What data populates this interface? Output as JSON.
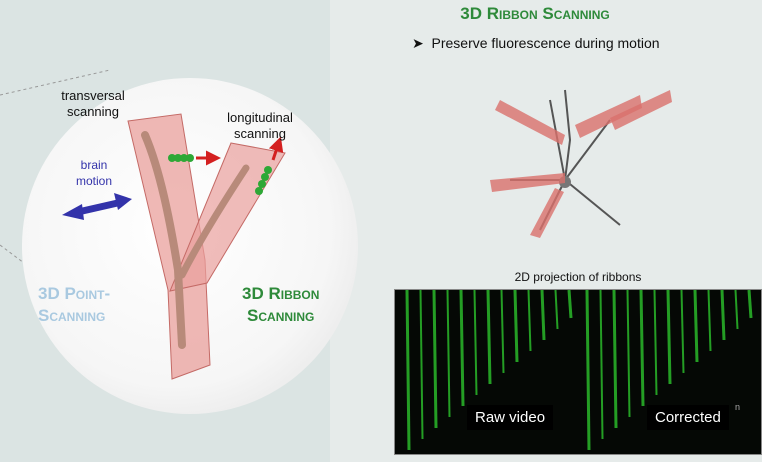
{
  "slide": {
    "title": "3D Ribbon Scanning",
    "bullet": "Preserve fluorescence during motion",
    "bullet_icon": "arrowhead-bullet-icon"
  },
  "diagram": {
    "transversal": "transversal scanning",
    "longitudinal": "longitudinal scanning",
    "brain_motion": "brain motion",
    "point_scanning_line1": "3D Point-",
    "point_scanning_line2": "Scanning",
    "ribbon_scanning_line1": "3D Ribbon",
    "ribbon_scanning_line2": "Scanning",
    "colors": {
      "ribbon": "#e9a09c",
      "dendrite": "#b88a7a",
      "motion": "#3333aa",
      "green": "#2ea836",
      "point_label": "#a9c9e0",
      "ribbon_label": "#2e8a3a"
    }
  },
  "projection": {
    "title": "2D projection of ribbons",
    "raw_label": "Raw video",
    "corrected_label": "Corrected",
    "note": "n"
  }
}
